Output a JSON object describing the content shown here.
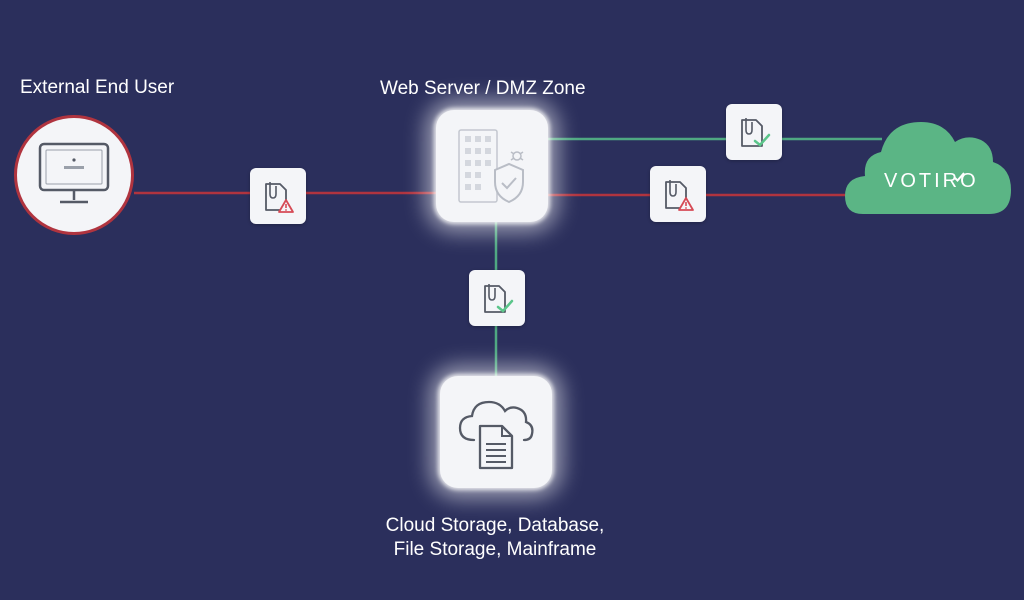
{
  "labels": {
    "external_user": "External End User",
    "web_server": "Web Server / DMZ Zone",
    "storage_line1": "Cloud Storage, Database,",
    "storage_line2": "File Storage, Mainframe"
  },
  "brand": {
    "name": "VOTIRO"
  },
  "colors": {
    "background": "#2b2f5c",
    "threat_line": "#b0343f",
    "clean_line": "#4fa882",
    "cloud": "#5bb585",
    "node_fill": "#f4f5f8"
  },
  "icons": {
    "user": "monitor-icon",
    "web_server": "server-shield-icon",
    "storage": "cloud-document-icon",
    "file_threat": "file-warning-icon",
    "file_clean": "file-check-icon"
  }
}
